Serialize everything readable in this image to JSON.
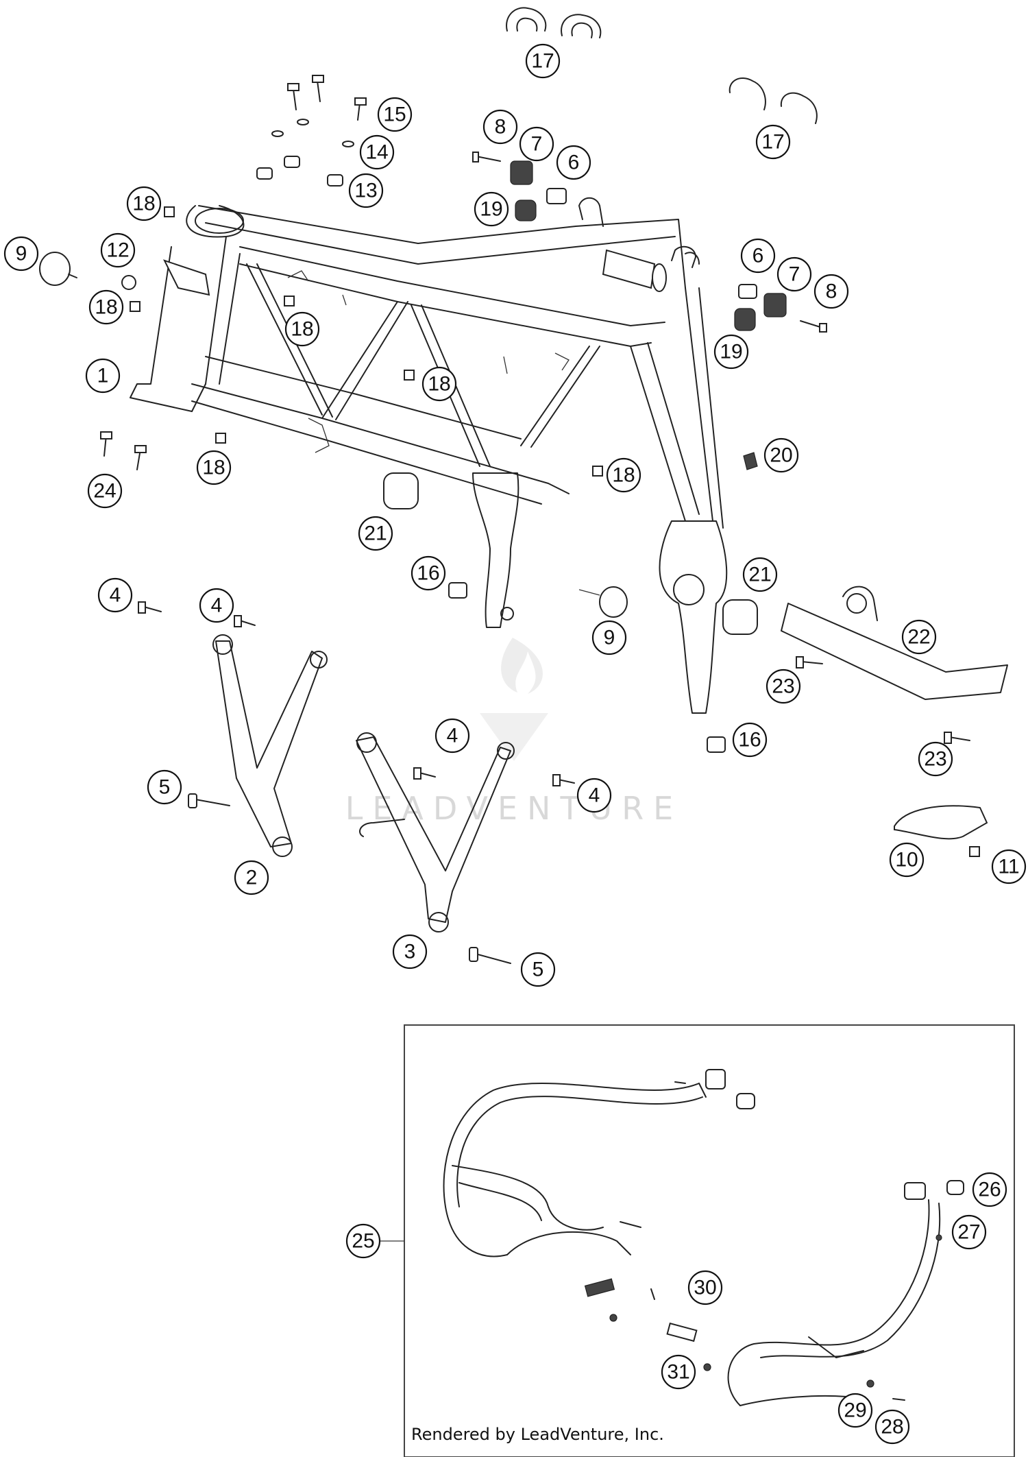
{
  "watermark": "LEADVENTURE",
  "credit": "Rendered by LeadVenture, Inc.",
  "callouts": [
    "17",
    "17",
    "15",
    "14",
    "13",
    "8",
    "7",
    "6",
    "19",
    "18",
    "12",
    "9",
    "18",
    "18",
    "1",
    "18",
    "18",
    "24",
    "6",
    "7",
    "8",
    "19",
    "20",
    "18",
    "21",
    "16",
    "21",
    "9",
    "22",
    "4",
    "4",
    "23",
    "4",
    "5",
    "4",
    "23",
    "16",
    "2",
    "10",
    "11",
    "3",
    "5",
    "25",
    "26",
    "27",
    "30",
    "31",
    "29",
    "28"
  ]
}
